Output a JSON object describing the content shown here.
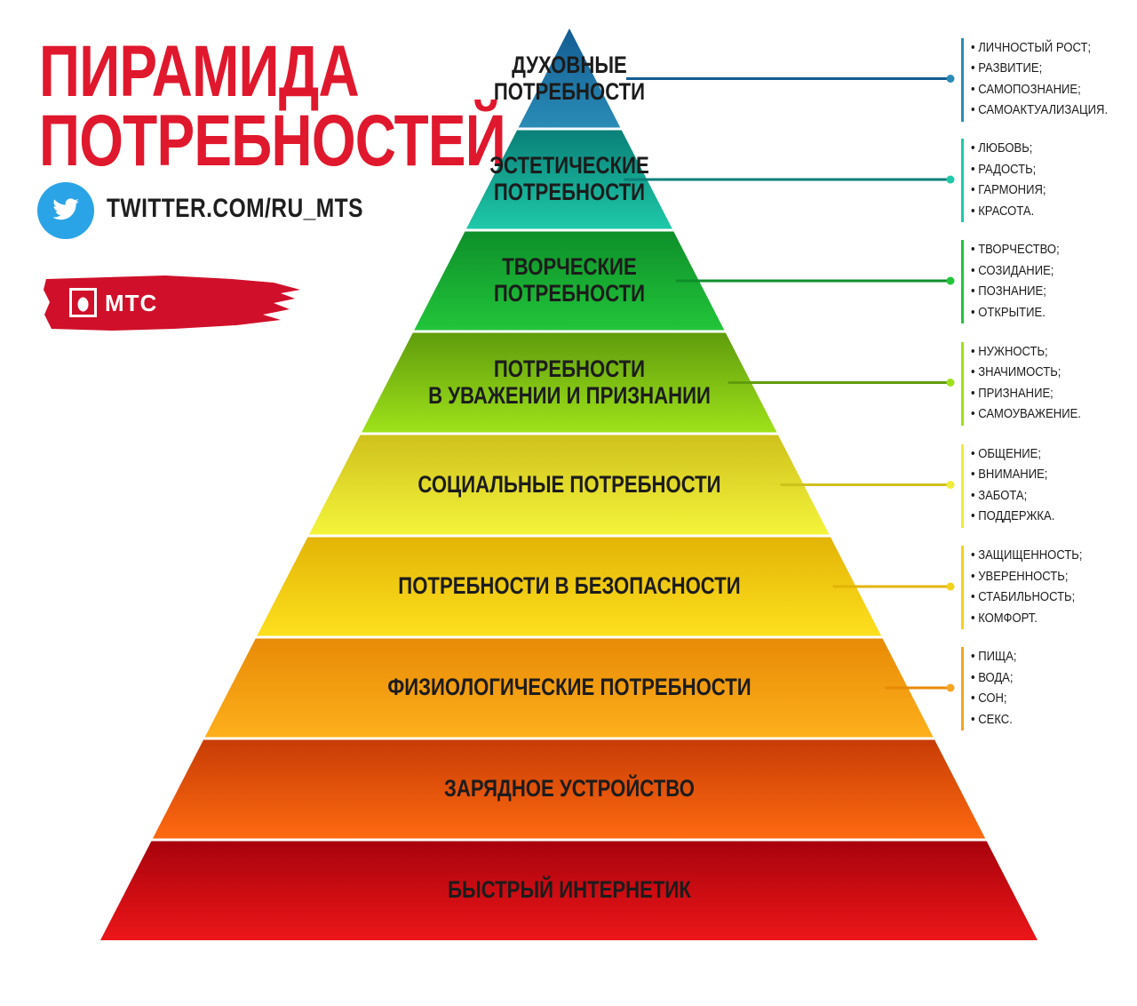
{
  "header": {
    "title_line1": "ПИРАМИДА",
    "title_line2": "ПОТРЕБНОСТЕЙ",
    "twitter_icon": "twitter-bird-icon",
    "twitter_handle": "TWITTER.COM/RU_MTS"
  },
  "brand": {
    "logo_text": "МТС",
    "logo_icon": "mts-egg-logo",
    "brand_red": "#d0102a"
  },
  "pyramid": {
    "levels": [
      {
        "label": "ДУХОВНЫЕ\nПОТРЕБНОСТИ",
        "color_top": "#135c93",
        "color_bottom": "#2a8cb6",
        "accent": "#2a8cb6",
        "details": [
          "• ЛИЧНОСТЫЙ РОСТ;",
          "• РАЗВИТИЕ;",
          "• САМОПОЗНАНИЕ;",
          "• САМОАКТУАЛИЗАЦИЯ."
        ]
      },
      {
        "label": "ЭСТЕТИЧЕСКИЕ\nПОТРЕБНОСТИ",
        "color_top": "#0a8078",
        "color_bottom": "#1ec9a8",
        "accent": "#1ec9a8",
        "details": [
          "• ЛЮБОВЬ;",
          "• РАДОСТЬ;",
          "• ГАРМОНИЯ;",
          "• КРАСОТА."
        ]
      },
      {
        "label": "ТВОРЧЕСКИЕ\nПОТРЕБНОСТИ",
        "color_top": "#0e8f2a",
        "color_bottom": "#22c53a",
        "accent": "#22c53a",
        "details": [
          "• ТВОРЧЕСТВО;",
          "• СОЗИДАНИЕ;",
          "• ПОЗНАНИЕ;",
          "• ОТКРЫТИЕ."
        ]
      },
      {
        "label": "ПОТРЕБНОСТИ\nВ УВАЖЕНИИ И ПРИЗНАНИИ",
        "color_top": "#5f9c0c",
        "color_bottom": "#9ee21a",
        "accent": "#9ee21a",
        "details": [
          "• НУЖНОСТЬ;",
          "• ЗНАЧИМОСТЬ;",
          "• ПРИЗНАНИЕ;",
          "• САМОУВАЖЕНИЕ."
        ]
      },
      {
        "label": "СОЦИАЛЬНЫЕ ПОТРЕБНОСТИ",
        "color_top": "#cfc11c",
        "color_bottom": "#f4f43a",
        "accent": "#f0ec3a",
        "details": [
          "• ОБЩЕНИЕ;",
          "• ВНИМАНИЕ;",
          "• ЗАБОТА;",
          "• ПОДДЕРЖКА."
        ]
      },
      {
        "label": "ПОТРЕБНОСТИ В БЕЗОПАСНОСТИ",
        "color_top": "#e3b406",
        "color_bottom": "#fde01e",
        "accent": "#f3d21c",
        "details": [
          "• ЗАЩИЩЕННОСТЬ;",
          "• УВЕРЕННОСТЬ;",
          "• СТАБИЛЬНОСТЬ;",
          "• КОМФОРТ."
        ]
      },
      {
        "label": "ФИЗИОЛОГИЧЕСКИЕ ПОТРЕБНОСТИ",
        "color_top": "#e88a06",
        "color_bottom": "#fdb01c",
        "accent": "#f5a623",
        "details": [
          "• ПИЩА;",
          "• ВОДА;",
          "• СОН;",
          "• СЕКС."
        ]
      },
      {
        "label": "ЗАРЯДНОЕ УСТРОЙСТВО",
        "color_top": "#c83c06",
        "color_bottom": "#fd6a10",
        "accent": "#fd6a10",
        "details": []
      },
      {
        "label": "БЫСТРЫЙ ИНТЕРНЕТИК",
        "color_top": "#a8020c",
        "color_bottom": "#ec1618",
        "accent": "#ec1618",
        "details": []
      }
    ]
  }
}
